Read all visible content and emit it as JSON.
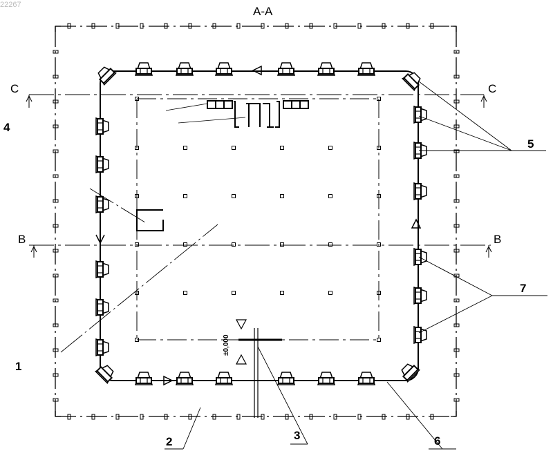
{
  "drawing_id": "22267",
  "section_title": "A-A",
  "section_markers": {
    "c_left": "C",
    "c_right": "C",
    "b_left": "B",
    "b_right": "B"
  },
  "elevation_label": "±0,000",
  "callouts": {
    "n1": "1",
    "n2": "2",
    "n3": "3",
    "n4": "4",
    "n5": "5",
    "n6": "6",
    "n7": "7"
  },
  "colors": {
    "line": "#000000",
    "background": "#ffffff",
    "faint_text": "#bbbbbb"
  }
}
